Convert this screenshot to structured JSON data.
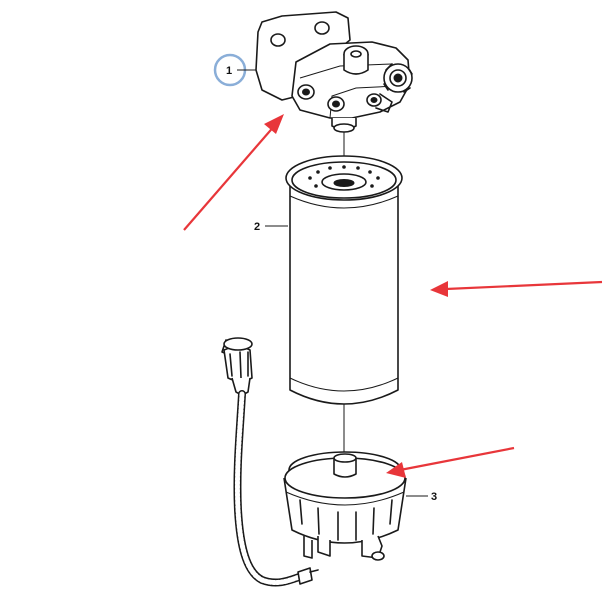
{
  "callouts": [
    {
      "id": "1",
      "label": "1",
      "part": "filter-head",
      "circled": true
    },
    {
      "id": "2",
      "label": "2",
      "part": "filter-element"
    },
    {
      "id": "3",
      "label": "3",
      "part": "water-separator-bowl"
    }
  ],
  "colors": {
    "arrow": "#e8363a",
    "circle": "#8aaed8",
    "line": "#1a1a1a"
  }
}
